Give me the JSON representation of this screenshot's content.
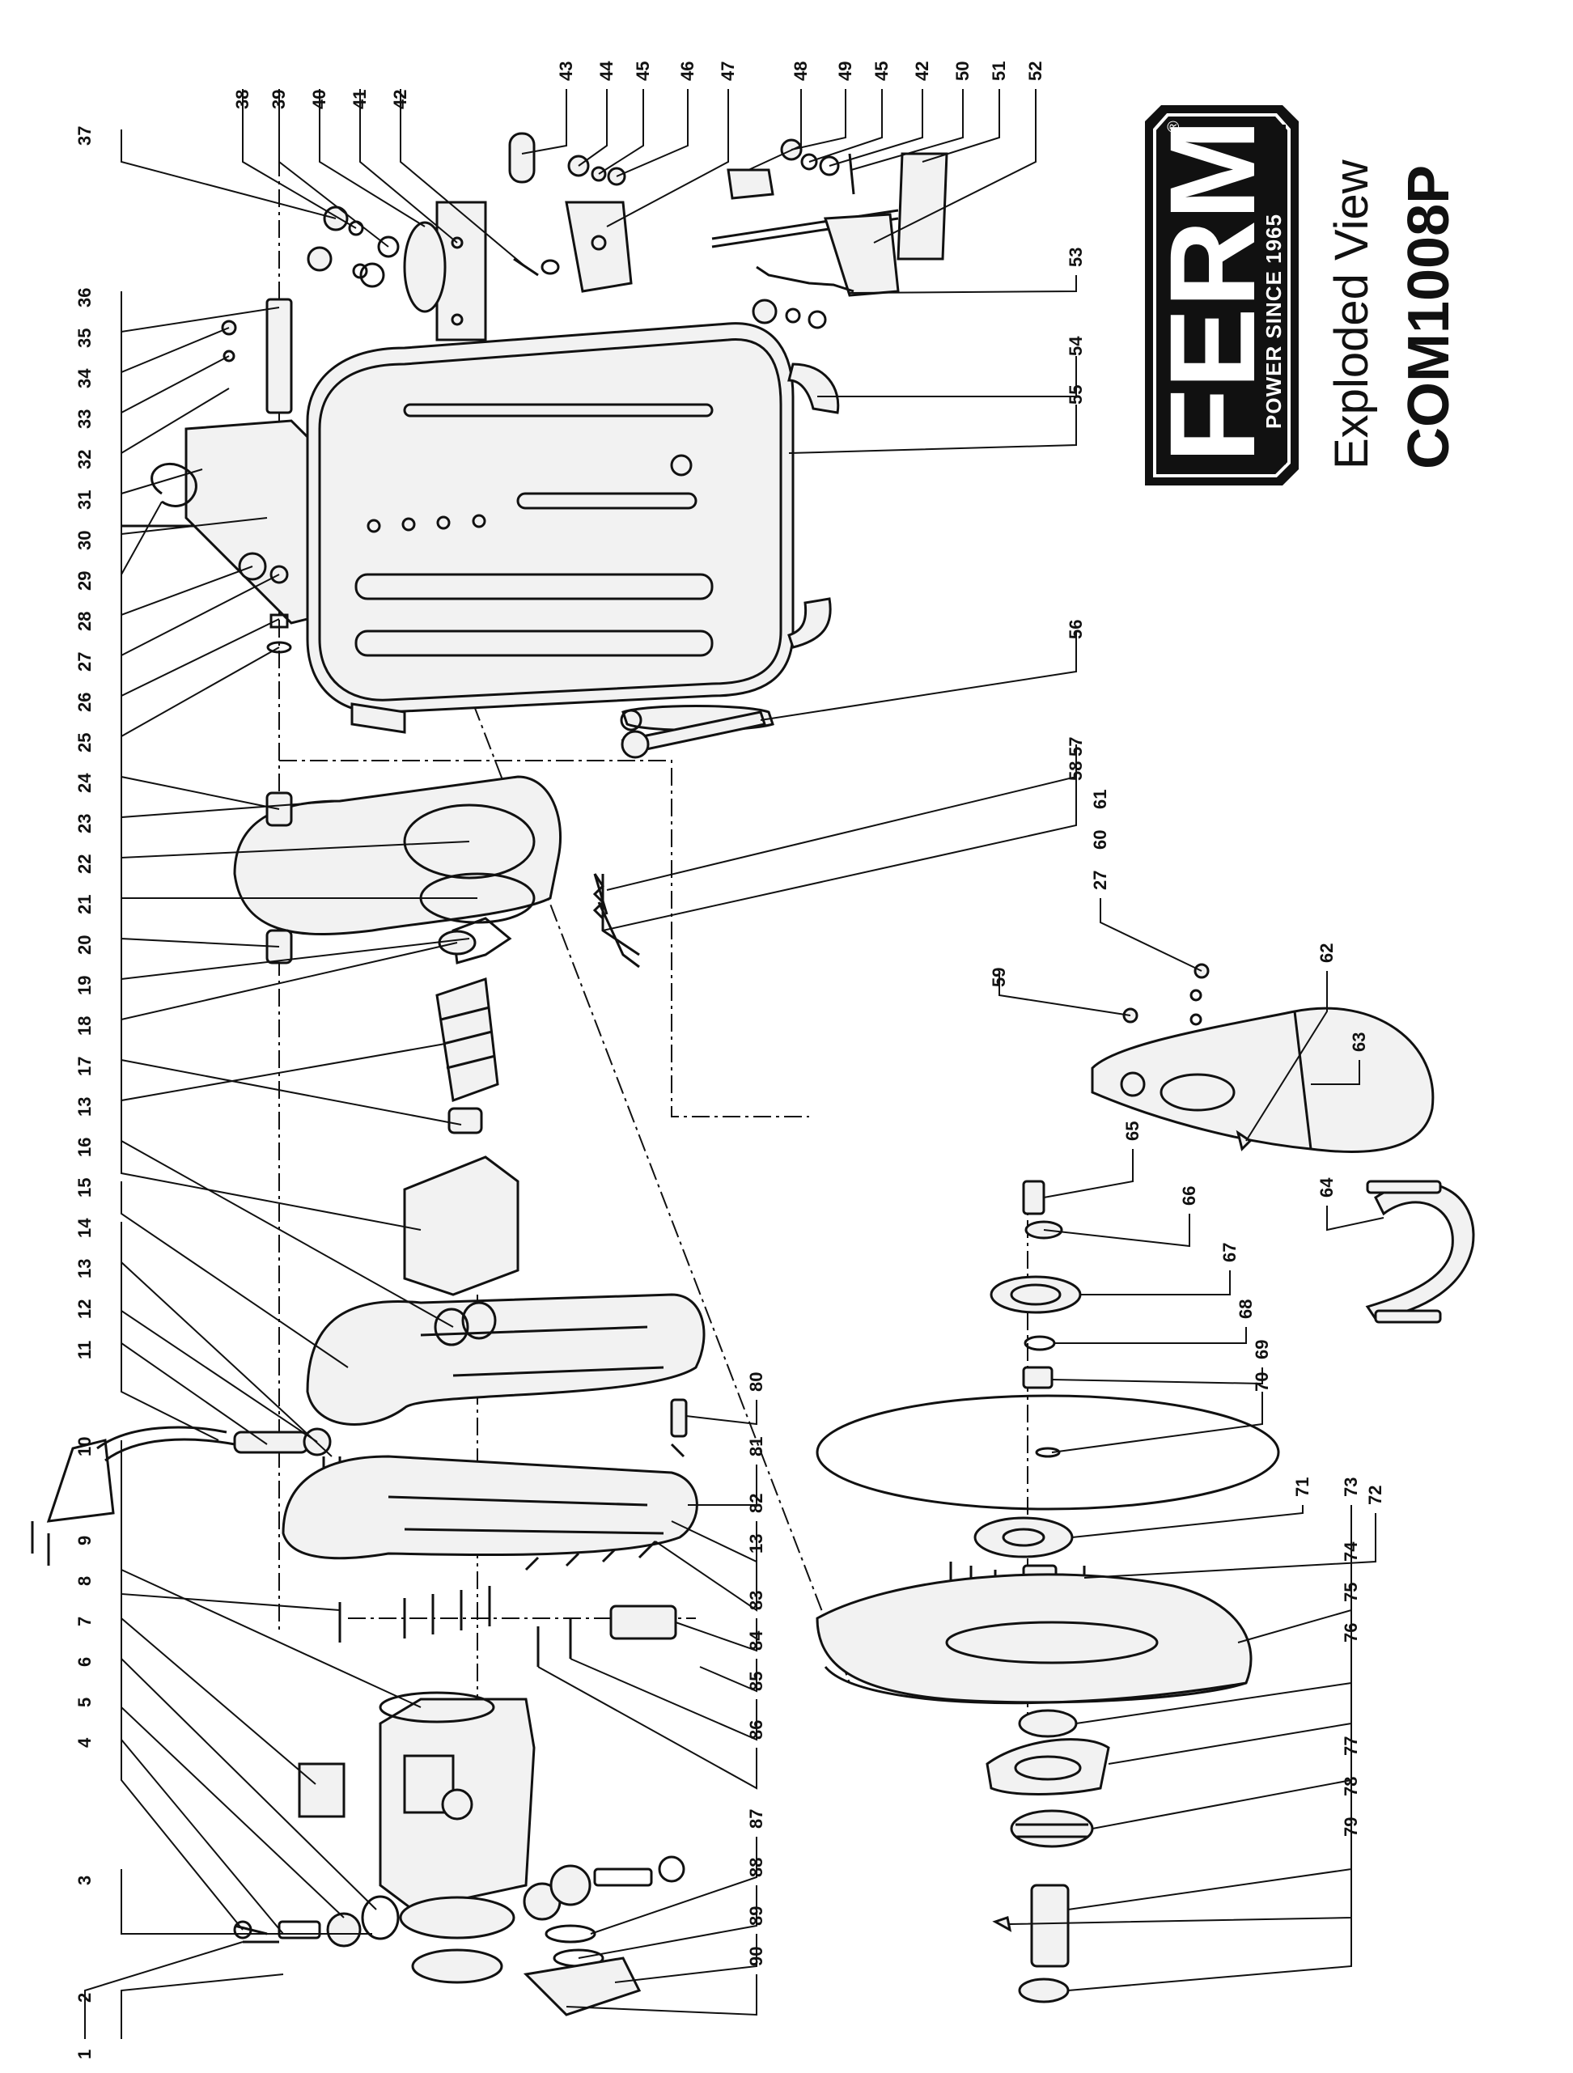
{
  "brand": {
    "name": "FERM",
    "tagline": "POWER SINCE 1965",
    "registered_mark": "®"
  },
  "document": {
    "title": "Exploded View",
    "model": "COM1008P"
  },
  "part_numbers": [
    "1",
    "2",
    "3",
    "4",
    "5",
    "6",
    "7",
    "8",
    "9",
    "10",
    "11",
    "12",
    "13",
    "14",
    "15",
    "16",
    "13",
    "17",
    "18",
    "19",
    "20",
    "21",
    "22",
    "23",
    "24",
    "25",
    "26",
    "27",
    "28",
    "29",
    "30",
    "31",
    "32",
    "33",
    "34",
    "35",
    "36",
    "37",
    "38",
    "39",
    "40",
    "41",
    "42",
    "43",
    "44",
    "45",
    "46",
    "47",
    "48",
    "49",
    "45",
    "42",
    "50",
    "51",
    "52",
    "53",
    "54",
    "55",
    "56",
    "57",
    "58",
    "59",
    "27",
    "60",
    "61",
    "62",
    "63",
    "64",
    "65",
    "66",
    "67",
    "68",
    "69",
    "70",
    "71",
    "72",
    "73",
    "74",
    "75",
    "76",
    "77",
    "78",
    "79",
    "80",
    "81",
    "82",
    "13",
    "83",
    "84",
    "85",
    "86",
    "87",
    "88",
    "89",
    "90"
  ]
}
